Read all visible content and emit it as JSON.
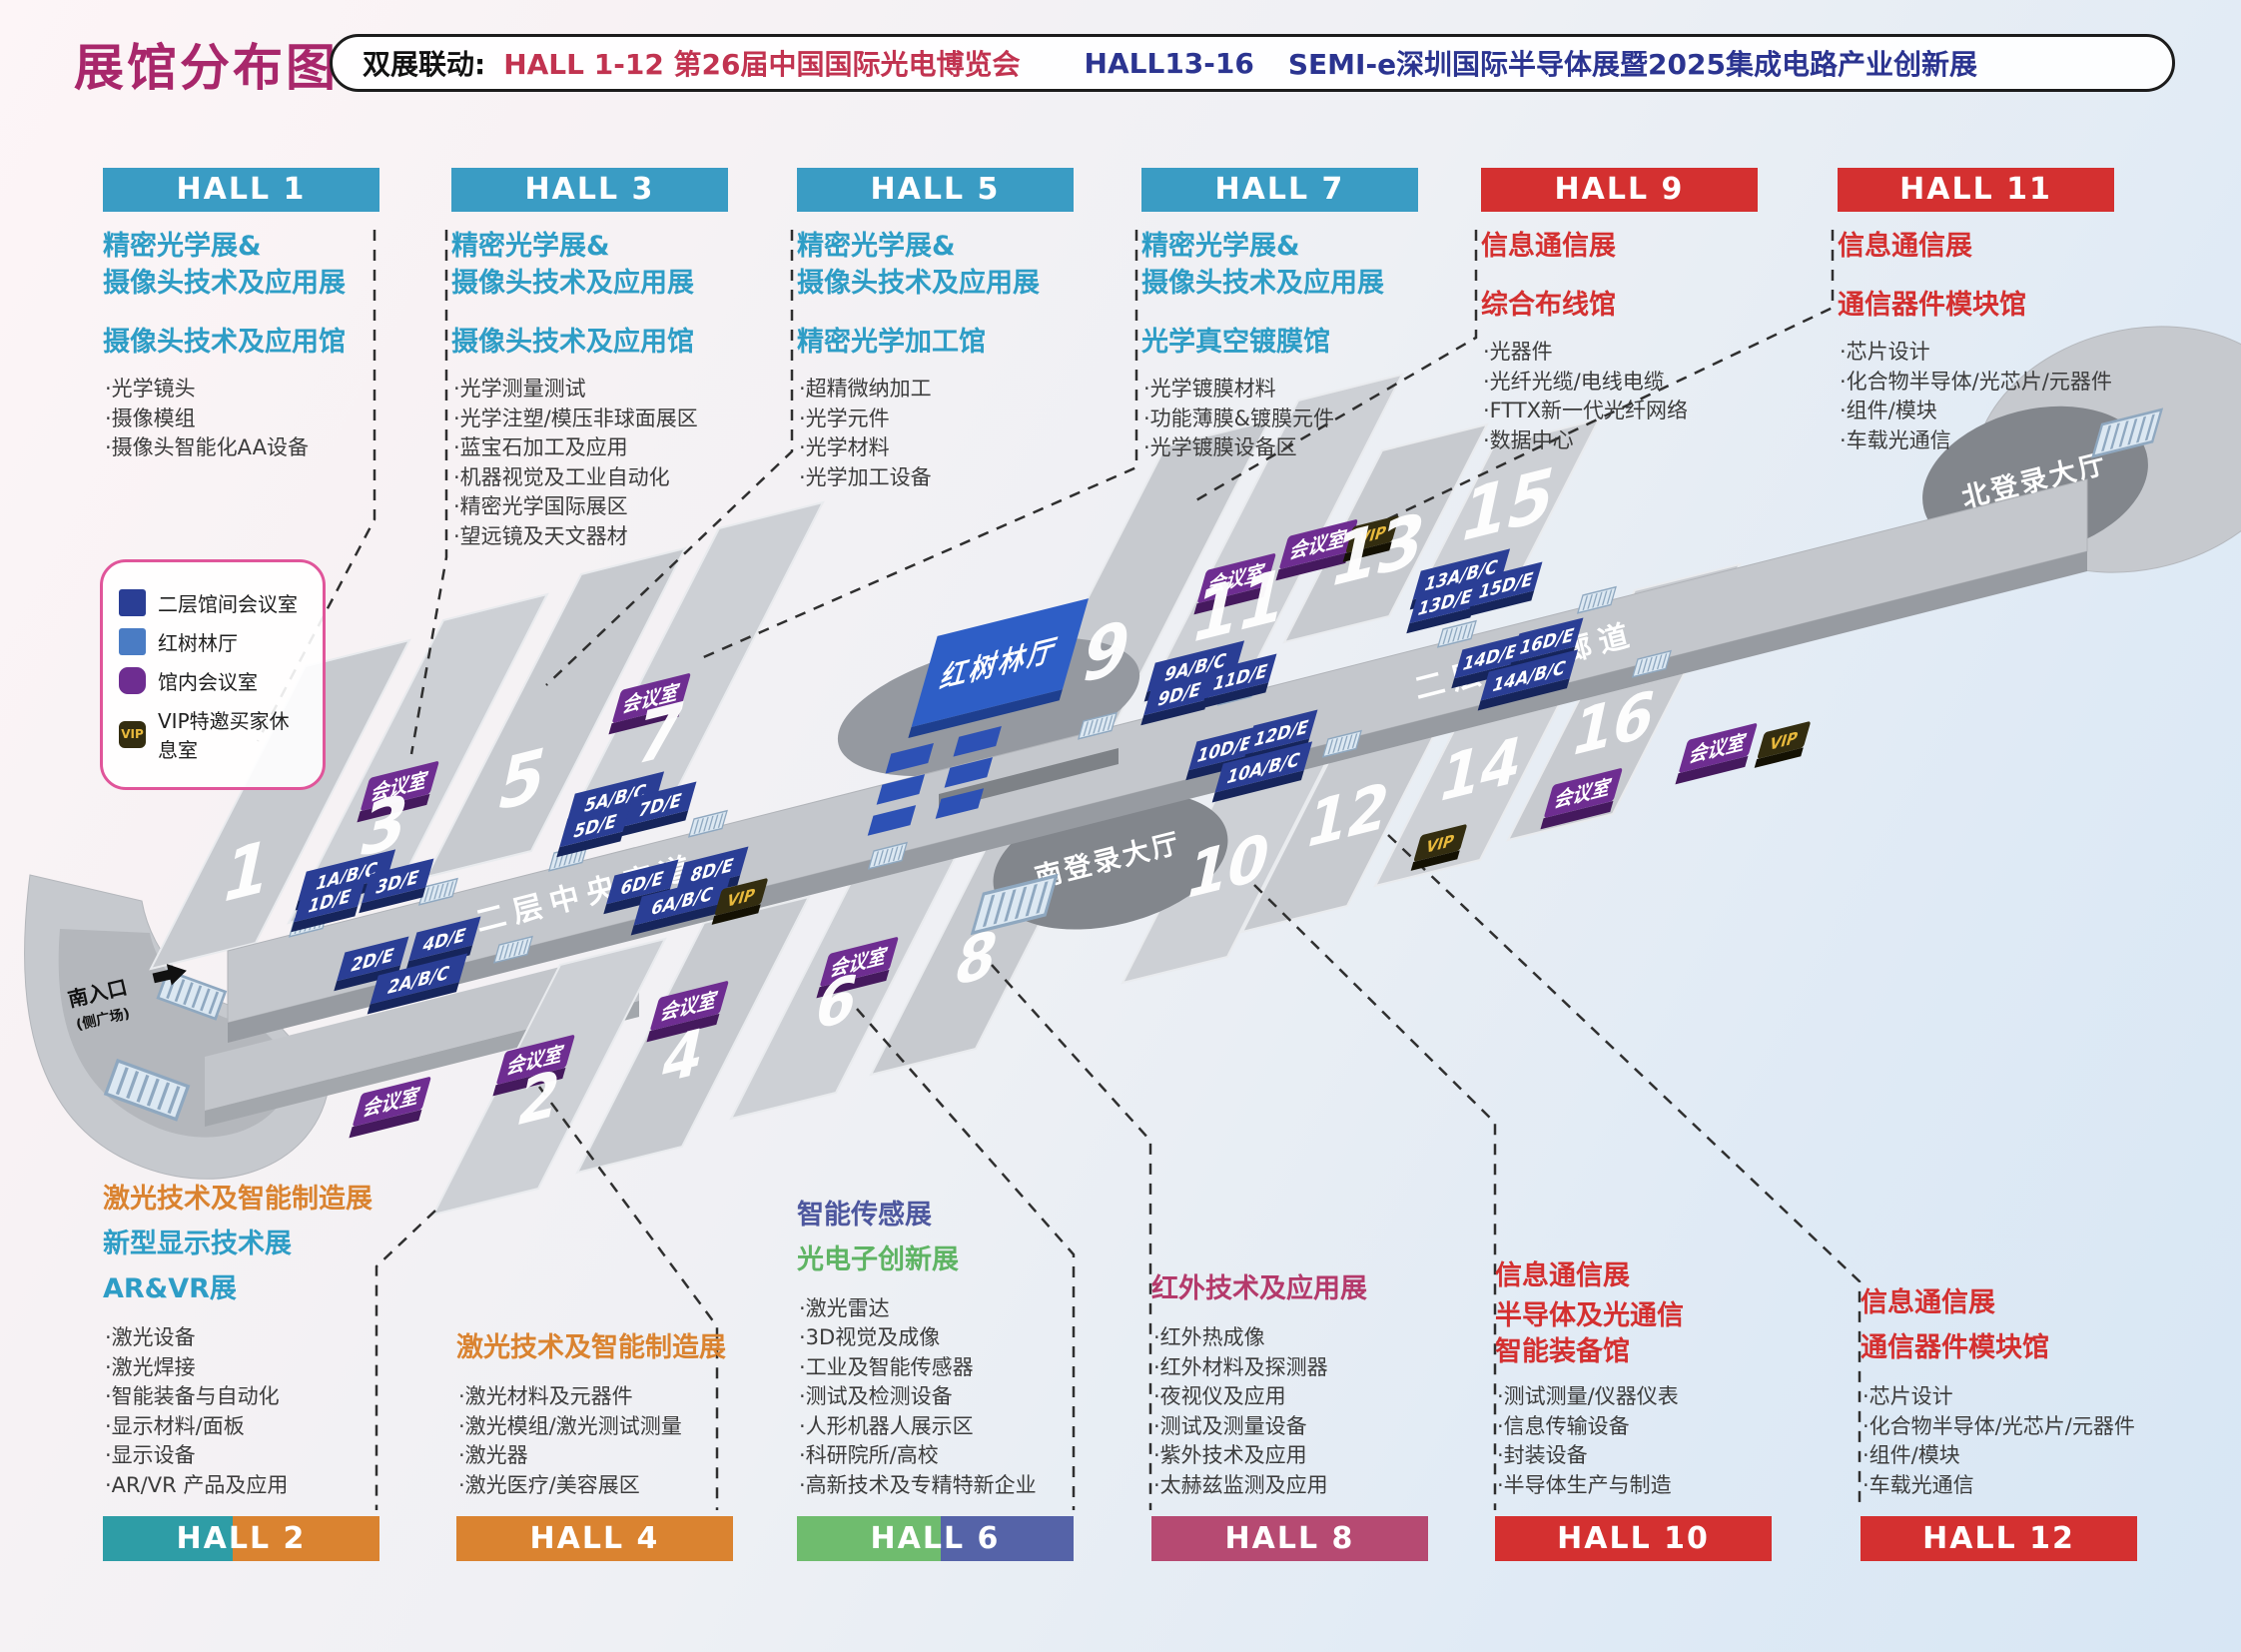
{
  "page": {
    "title": "展馆分布图"
  },
  "banner": {
    "prefix": "双展联动:",
    "part1": "HALL 1-12 第26届中国国际光电博览会",
    "part2": "HALL13-16",
    "part3": "SEMI-e深圳国际半导体展暨2025集成电路产业创新展"
  },
  "colors": {
    "title": "#a8276b",
    "banner_red": "#c13350",
    "banner_blue": "#2b3490",
    "teal_header": "#3a9cc4",
    "teal_text": "#2e9dc6",
    "red": "#d43030",
    "orange": "#da8330",
    "rose": "#b64a72",
    "rose_text": "#b43a6b",
    "green": "#6fbc6e",
    "indigo": "#5563a8",
    "teal2": "#2e9da6",
    "bridge_blue": "#2a3e95",
    "meeting_purple": "#6e2d91",
    "vip_bg": "#332d10",
    "vip_gold": "#e8b93c",
    "mangrove_blue": "#2e5ec6"
  },
  "legend": {
    "vip_badge": "VIP",
    "items": [
      {
        "label": "二层馆间会议室"
      },
      {
        "label": "红树林厅"
      },
      {
        "label": "馆内会议室"
      },
      {
        "label": "VIP特邀买家休息室"
      }
    ]
  },
  "halls_top": [
    {
      "name": "HALL 1",
      "show1": "精密光学展&",
      "show2": "摄像头技术及应用展",
      "pavilion": "摄像头技术及应用馆",
      "items": [
        "·光学镜头",
        "·摄像模组",
        "·摄像头智能化AA设备"
      ]
    },
    {
      "name": "HALL 3",
      "show1": "精密光学展&",
      "show2": "摄像头技术及应用展",
      "pavilion": "摄像头技术及应用馆",
      "items": [
        "·光学测量测试",
        "·光学注塑/模压非球面展区",
        "·蓝宝石加工及应用",
        "·机器视觉及工业自动化",
        "·精密光学国际展区",
        "·望远镜及天文器材"
      ]
    },
    {
      "name": "HALL 5",
      "show1": "精密光学展&",
      "show2": "摄像头技术及应用展",
      "pavilion": "精密光学加工馆",
      "items": [
        "·超精微纳加工",
        "·光学元件",
        "·光学材料",
        "·光学加工设备"
      ]
    },
    {
      "name": "HALL 7",
      "show1": "精密光学展&",
      "show2": "摄像头技术及应用展",
      "pavilion": "光学真空镀膜馆",
      "items": [
        "·光学镀膜材料",
        "·功能薄膜&镀膜元件",
        "·光学镀膜设备区"
      ]
    },
    {
      "name": "HALL 9",
      "show1": "信息通信展",
      "pavilion": "综合布线馆",
      "items": [
        "·光器件",
        "·光纤光缆/电线电缆",
        "·FTTX新一代光纤网络",
        "·数据中心"
      ]
    },
    {
      "name": "HALL 11",
      "show1": "信息通信展",
      "pavilion": "通信器件模块馆",
      "items": [
        "·芯片设计",
        "·化合物半导体/光芯片/元器件",
        "·组件/模块",
        "·车载光通信"
      ]
    }
  ],
  "halls_bottom": [
    {
      "name": "HALL 2",
      "titles": [
        "激光技术及智能制造展",
        "新型显示技术展",
        "AR&VR展"
      ],
      "items": [
        "·激光设备",
        "·激光焊接",
        "·智能装备与自动化",
        "·显示材料/面板",
        "·显示设备",
        "·AR/VR 产品及应用"
      ]
    },
    {
      "name": "HALL 4",
      "titles": [
        "激光技术及智能制造展"
      ],
      "items": [
        "·激光材料及元器件",
        "·激光模组/激光测试测量",
        "·激光器",
        "·激光医疗/美容展区"
      ]
    },
    {
      "name": "HALL 6",
      "titles": [
        "智能传感展",
        "光电子创新展"
      ],
      "items": [
        "·激光雷达",
        "·3D视觉及成像",
        "·工业及智能传感器",
        "·测试及检测设备",
        "·人形机器人展示区",
        "·科研院所/高校",
        "·高新技术及专精特新企业"
      ]
    },
    {
      "name": "HALL 8",
      "titles": [
        "红外技术及应用展"
      ],
      "items": [
        "·红外热成像",
        "·红外材料及探测器",
        "·夜视仪及应用",
        "·测试及测量设备",
        "·紫外技术及应用",
        "·太赫兹监测及应用"
      ]
    },
    {
      "name": "HALL 10",
      "titles": [
        "信息通信展",
        "半导体及光通信",
        "智能装备馆"
      ],
      "items": [
        "·测试测量/仪器仪表",
        "·信息传输设备",
        "·封装设备",
        "·半导体生产与制造"
      ]
    },
    {
      "name": "HALL 12",
      "titles": [
        "信息通信展",
        "通信器件模块馆"
      ],
      "items": [
        "·芯片设计",
        "·化合物半导体/光芯片/元器件",
        "·组件/模块",
        "·车载光通信"
      ]
    }
  ],
  "map": {
    "corridor_label": "二层中央廊道",
    "mangrove_label": "红树林厅",
    "south_hall_label": "南登录大厅",
    "north_hall_label": "北登录大厅",
    "entrance_line1": "南入口",
    "entrance_line2": "(侧广场)",
    "meeting_label": "会议室",
    "vip_label": "VIP",
    "hall_numbers": [
      "1",
      "2",
      "3",
      "4",
      "5",
      "6",
      "7",
      "8",
      "9",
      "10",
      "11",
      "12",
      "13",
      "14",
      "15",
      "16"
    ],
    "bridges": [
      "1A/B/C",
      "1D/E",
      "3D/E",
      "2D/E",
      "4D/E",
      "2A/B/C",
      "5A/B/C",
      "5D/E",
      "7D/E",
      "6D/E",
      "8D/E",
      "6A/B/C",
      "9A/B/C",
      "9D/E",
      "11D/E",
      "10D/E",
      "12D/E",
      "10A/B/C",
      "13A/B/C",
      "13D/E",
      "15D/E",
      "14D/E",
      "16D/E",
      "14A/B/C"
    ]
  }
}
